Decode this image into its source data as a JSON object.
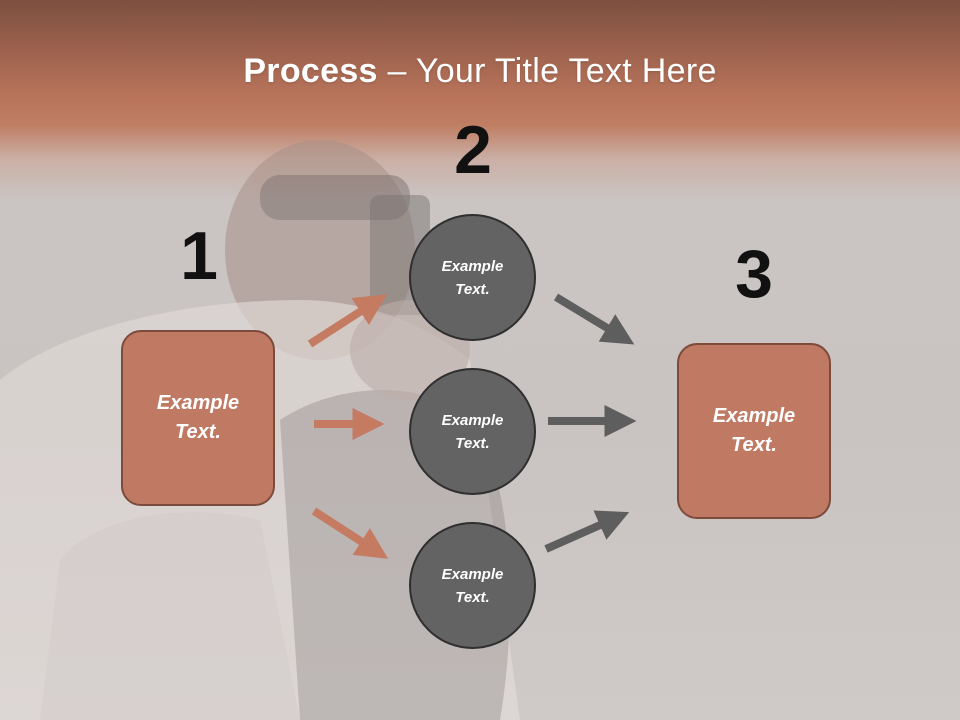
{
  "title": {
    "bold": "Process",
    "rest": " – Your Title Text Here"
  },
  "diagram": {
    "steps": [
      {
        "number": "1",
        "text": "Example Text."
      },
      {
        "number": "2",
        "text": "Example Text."
      },
      {
        "number": "3",
        "text": "Example Text."
      }
    ],
    "circles": [
      {
        "text": "Example Text."
      },
      {
        "text": "Example Text."
      },
      {
        "text": "Example Text."
      }
    ]
  },
  "colors": {
    "header_band": "#b8735a",
    "box_fill": "#c07a63",
    "box_border": "#7c4b3b",
    "circle_fill": "#636363",
    "circle_border": "#2f2f2f",
    "arrow_left": "#c47b61",
    "arrow_right": "#5e5e5e"
  }
}
